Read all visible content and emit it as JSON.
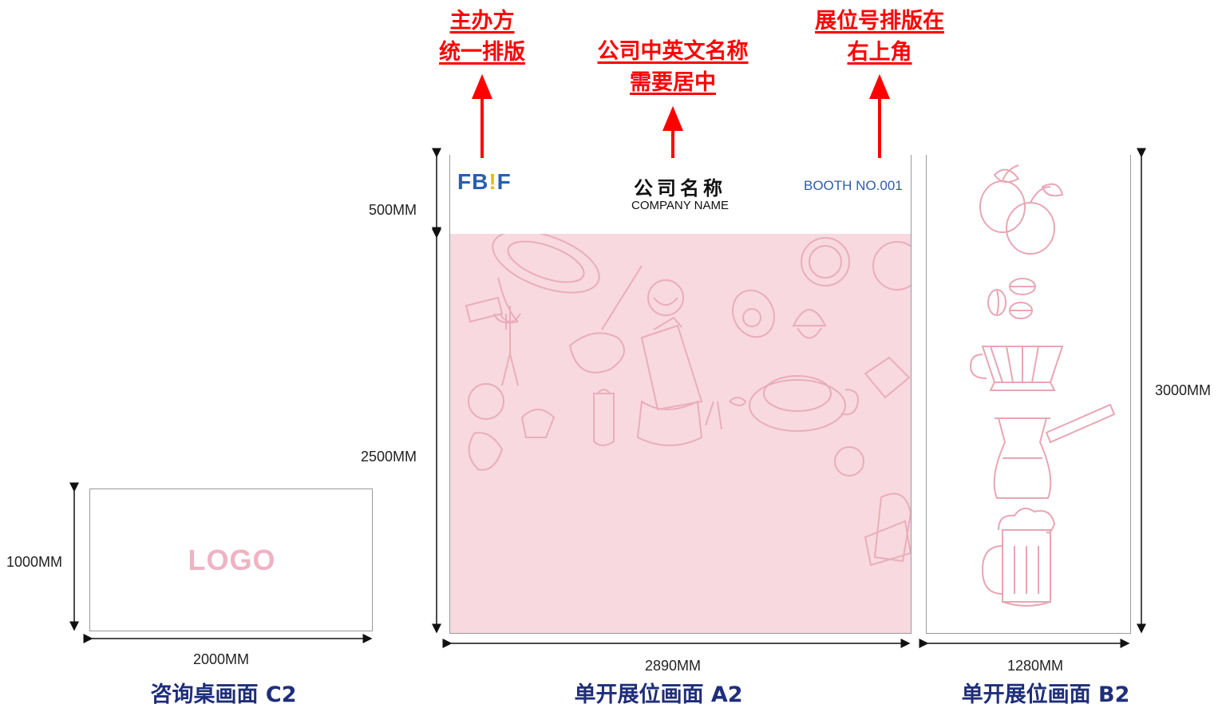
{
  "annotations": {
    "organizer": [
      "主办方",
      "统一排版"
    ],
    "company": [
      "公司中英文名称",
      "需要居中"
    ],
    "booth": [
      "展位号排版在",
      "右上角"
    ]
  },
  "booth_a2": {
    "logo_text": "FB",
    "logo_bang": "!",
    "logo_end": "F",
    "company_cn": "公司名称",
    "company_en": "COMPANY NAME",
    "booth_no": "BOOTH NO.001",
    "dim_header": "500MM",
    "dim_body": "2500MM",
    "dim_width": "2890MM",
    "caption": "单开展位画面 A2"
  },
  "desk_c2": {
    "logo": "LOGO",
    "dim_height": "1000MM",
    "dim_width": "2000MM",
    "caption": "咨询桌画面 C2"
  },
  "booth_b2": {
    "dim_height": "3000MM",
    "dim_width": "1280MM",
    "caption": "单开展位画面 B2"
  },
  "colors": {
    "annotation_red": "#ff0000",
    "caption_navy": "#1f2e7a",
    "pink_fill": "#f7d9df",
    "sketch_pink": "#e8a6b4",
    "booth_blue": "#2f5da8",
    "fbif_blue": "#2a5fae",
    "fbif_yellow": "#f2b705"
  },
  "icons": [
    "up-arrow-icon",
    "dimension-arrow-icon",
    "food-sketch-illustration",
    "fruit-icon",
    "coffee-beans-icon",
    "pour-over-dripper-icon",
    "turkish-coffee-pot-icon",
    "beer-mug-icon"
  ]
}
